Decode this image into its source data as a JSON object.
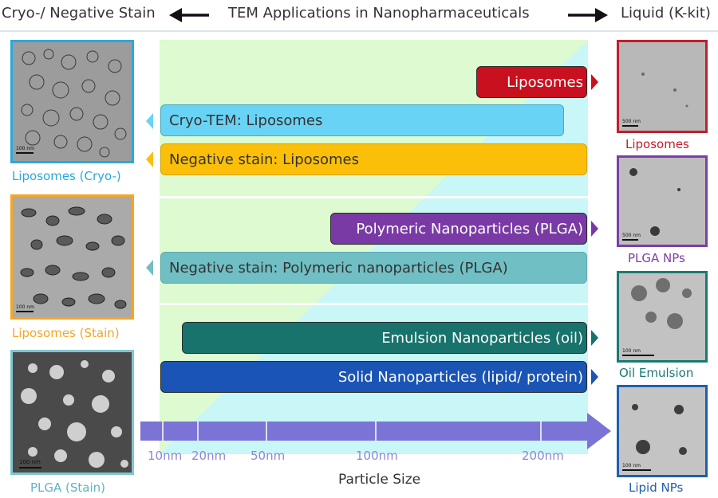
{
  "header": {
    "left_label": "Cryo-/ Negative Stain",
    "title": "TEM Applications in Nanopharmaceuticals",
    "right_label": "Liquid (K-kit)"
  },
  "left_images": [
    {
      "caption": "Liposomes (Cryo-)",
      "scale": "100 nm",
      "border": "#2aa8dd",
      "caption_color": "#2aa8dd"
    },
    {
      "caption": "Liposomes (Stain)",
      "scale": "100 nm",
      "border": "#f5a623",
      "caption_color": "#f5a623"
    },
    {
      "caption": "PLGA (Stain)",
      "scale": "100 nm",
      "border": "#7fc7d0",
      "caption_color": "#5fb3c1"
    }
  ],
  "right_images": [
    {
      "caption": "Liposomes",
      "scale": "500 nm",
      "border": "#c0202b",
      "caption_color": "#c0202b"
    },
    {
      "caption": "PLGA NPs",
      "scale": "500 nm",
      "border": "#7b3fa6",
      "caption_color": "#7b3fa6"
    },
    {
      "caption": "Oil Emulsion",
      "scale": "100 nm",
      "border": "#1a7a73",
      "caption_color": "#1a7a73"
    },
    {
      "caption": "Lipid NPs",
      "scale": "100 nm",
      "border": "#1f5fae",
      "caption_color": "#1f5fae"
    }
  ],
  "bars": [
    {
      "label": "Liposomes",
      "color": "#c8101e",
      "arrow": "right"
    },
    {
      "label": "Cryo-TEM: Liposomes",
      "color": "#69d3f5",
      "arrow": "left"
    },
    {
      "label": "Negative stain: Liposomes",
      "color": "#fbbf0a",
      "arrow": "left"
    },
    {
      "label": "Polymeric Nanoparticles (PLGA)",
      "color": "#7a3aa5",
      "arrow": "right"
    },
    {
      "label": "Negative stain: Polymeric nanoparticles (PLGA)",
      "color": "#70bfc4",
      "arrow": "left"
    },
    {
      "label": "Emulsion Nanoparticles (oil)",
      "color": "#17736b",
      "arrow": "right"
    },
    {
      "label": "Solid Nanoparticles (lipid/ protein)",
      "color": "#1a55b5",
      "arrow": "right"
    }
  ],
  "axis": {
    "ticks": [
      "10nm",
      "20nm",
      "50nm",
      "100nm",
      "200nm"
    ],
    "label": "Particle Size",
    "color": "#7b74d6"
  }
}
